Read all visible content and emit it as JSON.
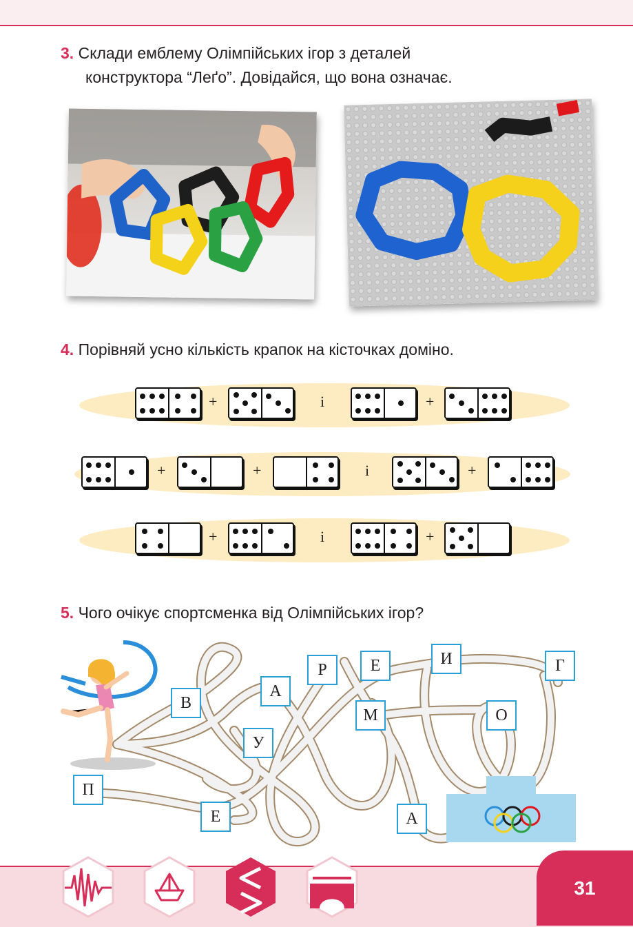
{
  "task3": {
    "number": "3.",
    "text_line1": "Склади емблему Олімпійських ігор з деталей",
    "text_line2": "конструктора “Леґо”. Довідайся, що вона означає."
  },
  "task4": {
    "number": "4.",
    "text": "Порівняй усно кількість крапок на кісточках доміно.",
    "plus": "+",
    "and_word": "і"
  },
  "task5": {
    "number": "5.",
    "text": "Чого очікує спортсменка від Олімпійських ігор?",
    "letters": [
      "В",
      "А",
      "Р",
      "Е",
      "И",
      "Г",
      "М",
      "О",
      "У",
      "П",
      "Е",
      "А"
    ]
  },
  "colors": {
    "accent": "#d62e58",
    "letter_border": "#2aa0d8",
    "podium": "#a8d8f0",
    "oval": "#fdecc2"
  },
  "icons": [
    "seismograph-icon",
    "paper-boat-icon",
    "less-greater-icon",
    "bridge-icon"
  ],
  "page_number": "31"
}
